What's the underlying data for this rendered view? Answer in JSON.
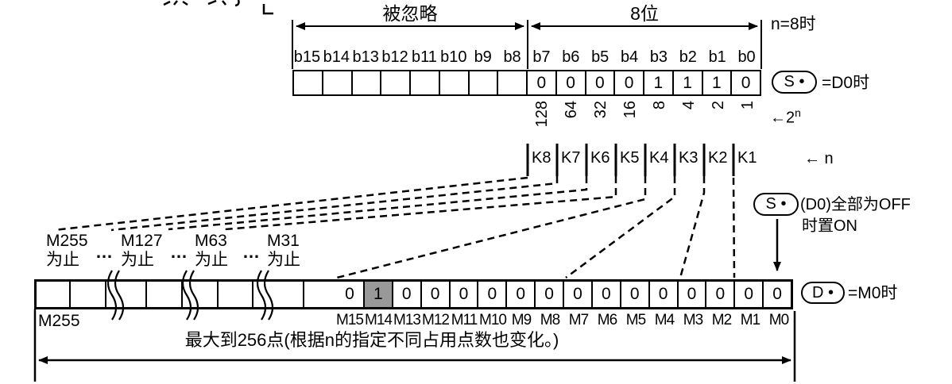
{
  "colors": {
    "ink": "#000000",
    "shaded_cell": "#999999",
    "background": "#ffffff"
  },
  "top_register": {
    "ignored_label": "被忽略",
    "byte_label": "8位",
    "n_note": "n=8时",
    "bit_labels": [
      "b15",
      "b14",
      "b13",
      "b12",
      "b11",
      "b10",
      "b9",
      "b8",
      "b7",
      "b6",
      "b5",
      "b4",
      "b3",
      "b2",
      "b1",
      "b0"
    ],
    "bit_values": [
      "",
      "",
      "",
      "",
      "",
      "",
      "",
      "",
      "0",
      "0",
      "0",
      "0",
      "1",
      "1",
      "1",
      "0"
    ],
    "weights": [
      "128",
      "64",
      "32",
      "16",
      "8",
      "4",
      "2",
      "1"
    ],
    "weights_note": "←2",
    "weights_note_sup": "n",
    "source_pill": "S •",
    "source_note": "=D0时"
  },
  "selector": {
    "k_labels": [
      "K8",
      "K7",
      "K6",
      "K5",
      "K4",
      "K3",
      "K2",
      "K1"
    ],
    "n_pointer": "← n"
  },
  "callout": {
    "pill": "S •",
    "line1": "(D0)全部为OFF",
    "line2": "时置ON"
  },
  "dest_register": {
    "group_labels": [
      {
        "top": "M255",
        "bottom": "为止"
      },
      {
        "top": "M127",
        "bottom": "为止"
      },
      {
        "top": "M63",
        "bottom": "为止"
      },
      {
        "top": "M31",
        "bottom": "为止"
      }
    ],
    "ellipsis": "…",
    "cell_values": [
      "0",
      "1",
      "0",
      "0",
      "0",
      "0",
      "0",
      "0",
      "0",
      "0",
      "0",
      "0",
      "0",
      "0",
      "0",
      "0"
    ],
    "highlighted_cell_label": "M14",
    "cell_labels": [
      "M15",
      "M14",
      "M13",
      "M12",
      "M11",
      "M10",
      "M9",
      "M8",
      "M7",
      "M6",
      "M5",
      "M4",
      "M3",
      "M2",
      "M1",
      "M0"
    ],
    "left_end_label": "M255",
    "dest_pill": "D •",
    "dest_note": "=M0时",
    "range_note": "最大到256点(根据n的指定不同占用点数也变化。)"
  }
}
